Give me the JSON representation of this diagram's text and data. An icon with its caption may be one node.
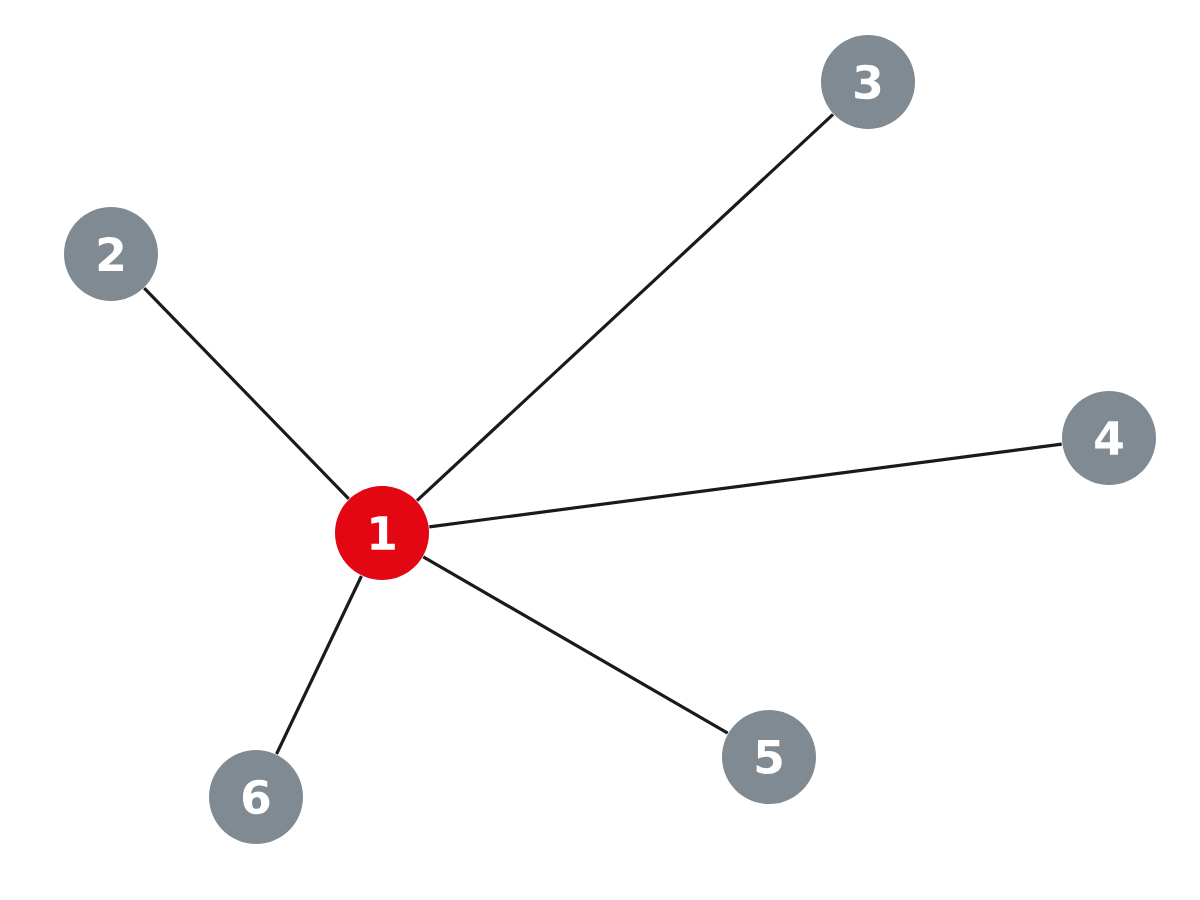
{
  "diagram": {
    "nodes": [
      {
        "text": [
          "1"
        ]
      },
      {
        "text": [
          "2"
        ]
      },
      {
        "text": [
          "3"
        ]
      },
      {
        "text": [
          "4"
        ]
      },
      {
        "text": [
          "5"
        ]
      },
      {
        "text": [
          "6"
        ]
      }
    ],
    "edges": [
      {
        "from": 0,
        "to": 1,
        "arrow": "none"
      },
      {
        "from": 0,
        "to": 2,
        "arrow": "none"
      },
      {
        "from": 0,
        "to": 3,
        "arrow": "none"
      },
      {
        "from": 0,
        "to": 4,
        "arrow": "none"
      },
      {
        "from": 0,
        "to": 5,
        "arrow": "none"
      }
    ]
  }
}
